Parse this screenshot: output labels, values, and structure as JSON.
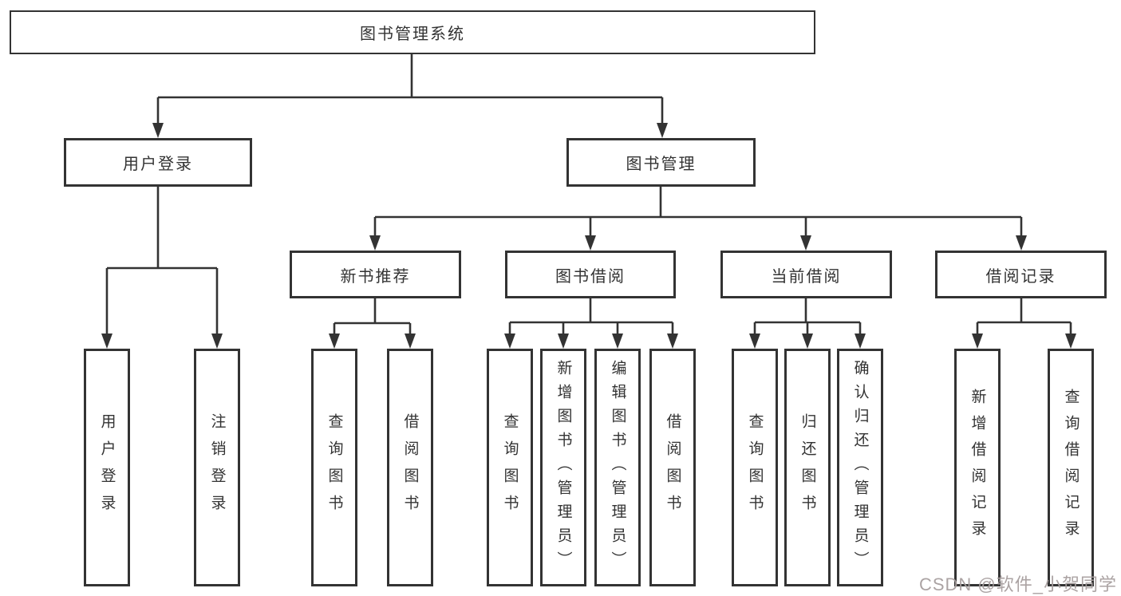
{
  "diagram": {
    "type": "hierarchy-tree",
    "colors": {
      "line": "#333333",
      "text": "#333333",
      "background": "#ffffff",
      "watermark": "#a69e9e"
    }
  },
  "tree": {
    "root": {
      "label": "图书管理系统",
      "children": [
        {
          "label": "用户登录",
          "children": [
            {
              "label": "用户登录"
            },
            {
              "label": "注销登录"
            }
          ]
        },
        {
          "label": "图书管理",
          "children": [
            {
              "label": "新书推荐",
              "children": [
                {
                  "label": "查询图书"
                },
                {
                  "label": "借阅图书"
                }
              ]
            },
            {
              "label": "图书借阅",
              "children": [
                {
                  "label": "查询图书"
                },
                {
                  "label": "新增图书（管理员）"
                },
                {
                  "label": "编辑图书（管理员）"
                },
                {
                  "label": "借阅图书"
                }
              ]
            },
            {
              "label": "当前借阅",
              "children": [
                {
                  "label": "查询图书"
                },
                {
                  "label": "归还图书"
                },
                {
                  "label": "确认归还（管理员）"
                }
              ]
            },
            {
              "label": "借阅记录",
              "children": [
                {
                  "label": "新增借阅记录"
                },
                {
                  "label": "查询借阅记录"
                }
              ]
            }
          ]
        }
      ]
    }
  },
  "watermark": {
    "text": "CSDN @软件_小贺同学"
  }
}
